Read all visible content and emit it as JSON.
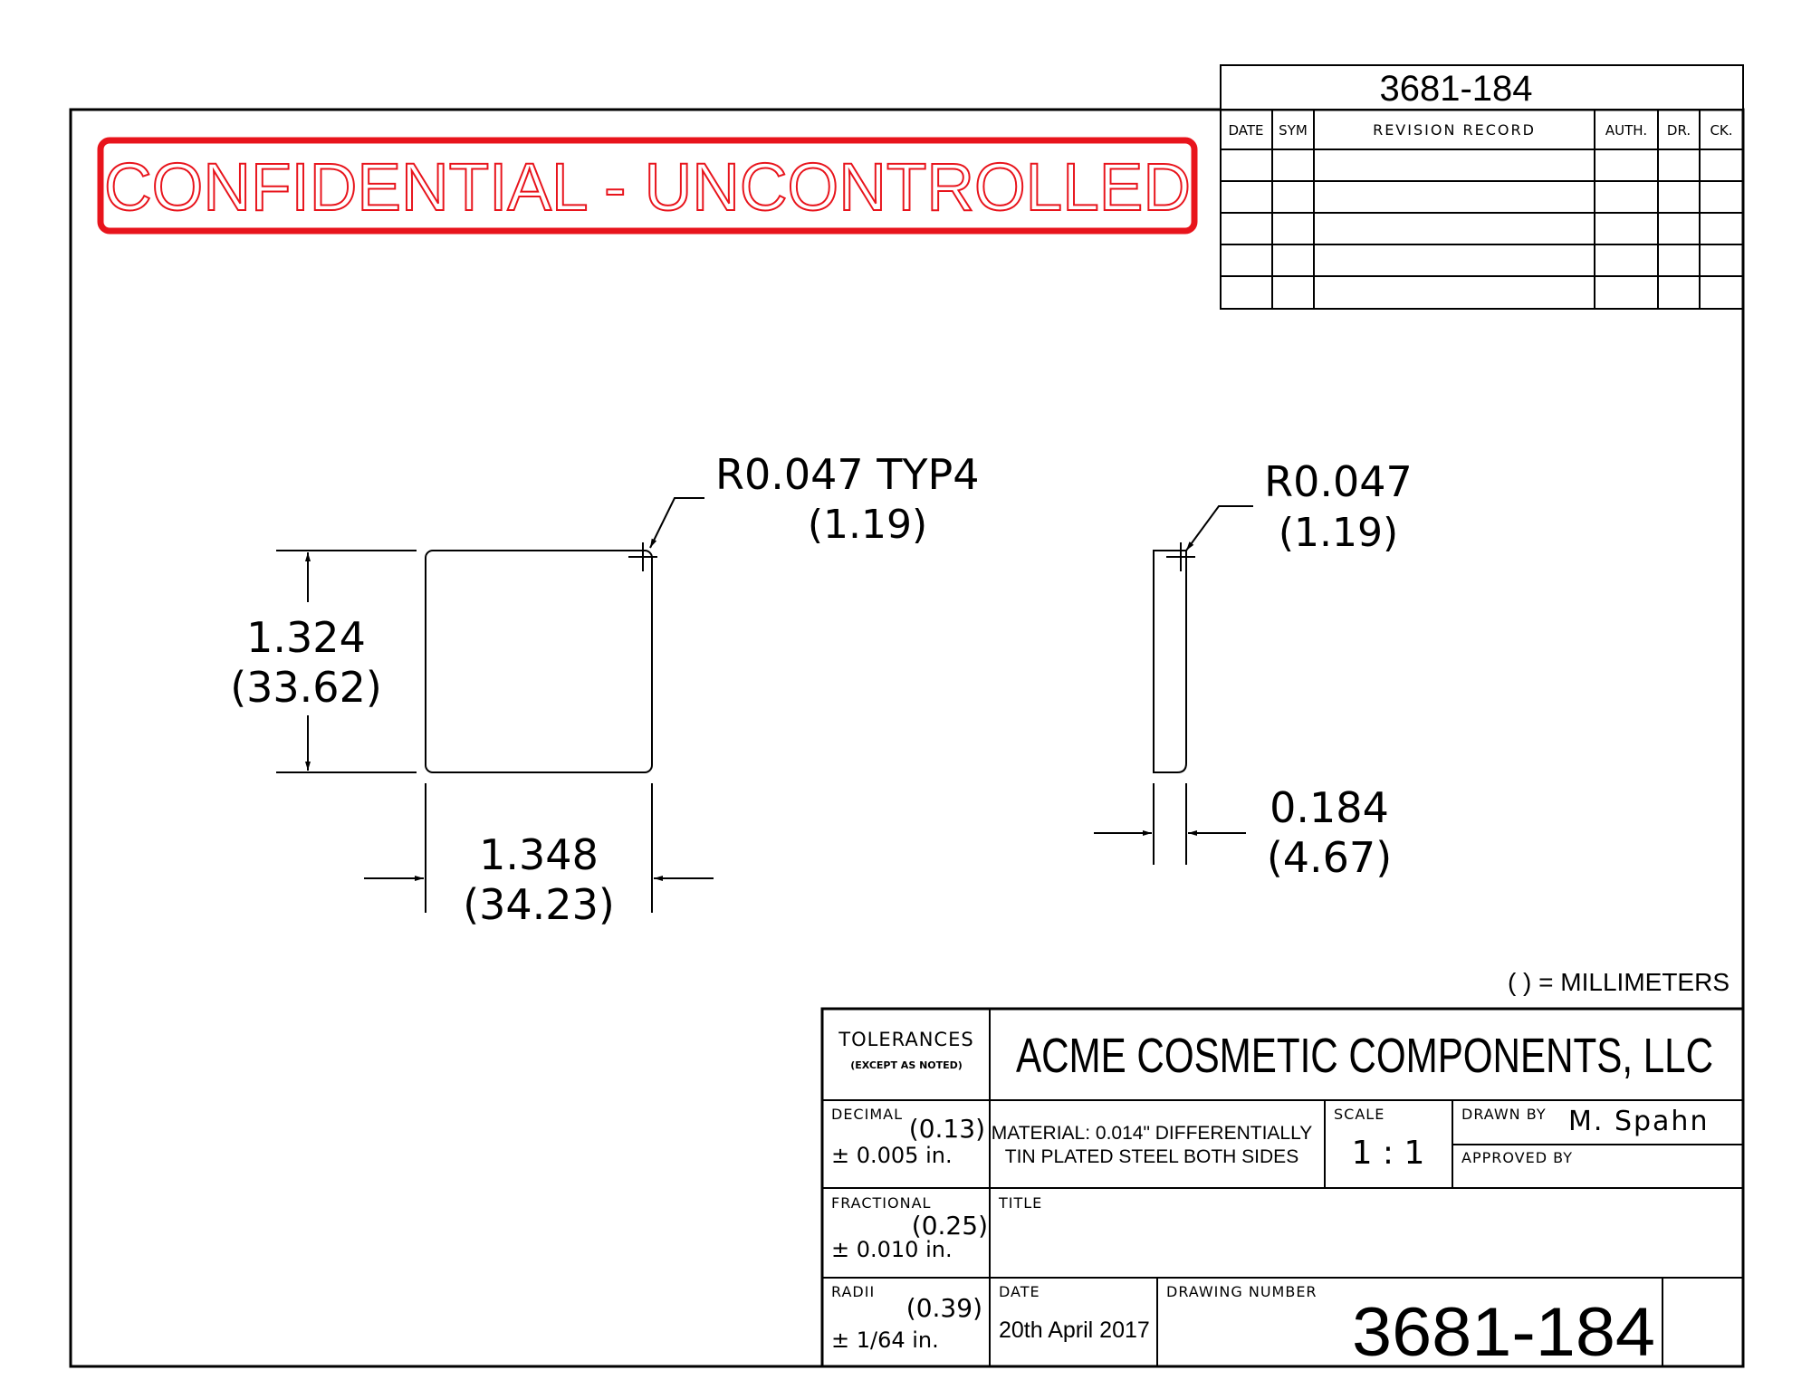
{
  "drawing": {
    "top_number": "3681-184",
    "stamp": "CONFIDENTIAL - UNCONTROLLED",
    "stamp_color": "#e8141c",
    "units_note": "( ) = MILLIMETERS"
  },
  "revision_table": {
    "headers": [
      "DATE",
      "SYM",
      "REVISION RECORD",
      "AUTH.",
      "DR.",
      "CK."
    ]
  },
  "views": {
    "front": {
      "corner_radius_in": "R0.047 TYP4",
      "corner_radius_mm": "(1.19)",
      "height_in": "1.324",
      "height_mm": "(33.62)",
      "width_in": "1.348",
      "width_mm": "(34.23)"
    },
    "side": {
      "corner_radius_in": "R0.047",
      "corner_radius_mm": "(1.19)",
      "thickness_in": "0.184",
      "thickness_mm": "(4.67)"
    }
  },
  "title_block": {
    "tolerances_label": "TOLERANCES",
    "tolerances_sub": "(EXCEPT AS NOTED)",
    "company": "ACME COSMETIC COMPONENTS, LLC",
    "decimal_label": "DECIMAL",
    "decimal_mm": "(0.13)",
    "decimal_in": "± 0.005 in.",
    "fractional_label": "FRACTIONAL",
    "fractional_mm": "(0.25)",
    "fractional_in": "± 0.010 in.",
    "radii_label": "RADII",
    "radii_mm": "(0.39)",
    "radii_in": "± 1/64 in.",
    "material_line1": "MATERIAL: 0.014\" DIFFERENTIALLY",
    "material_line2": "TIN PLATED STEEL BOTH SIDES",
    "scale_label": "SCALE",
    "scale_value": "1 : 1",
    "drawn_by_label": "DRAWN BY",
    "drawn_by_value": "M. Spahn",
    "approved_by_label": "APPROVED BY",
    "title_label": "TITLE",
    "date_label": "DATE",
    "date_value": "20th April 2017",
    "drawing_number_label": "DRAWING NUMBER",
    "drawing_number": "3681-184"
  }
}
